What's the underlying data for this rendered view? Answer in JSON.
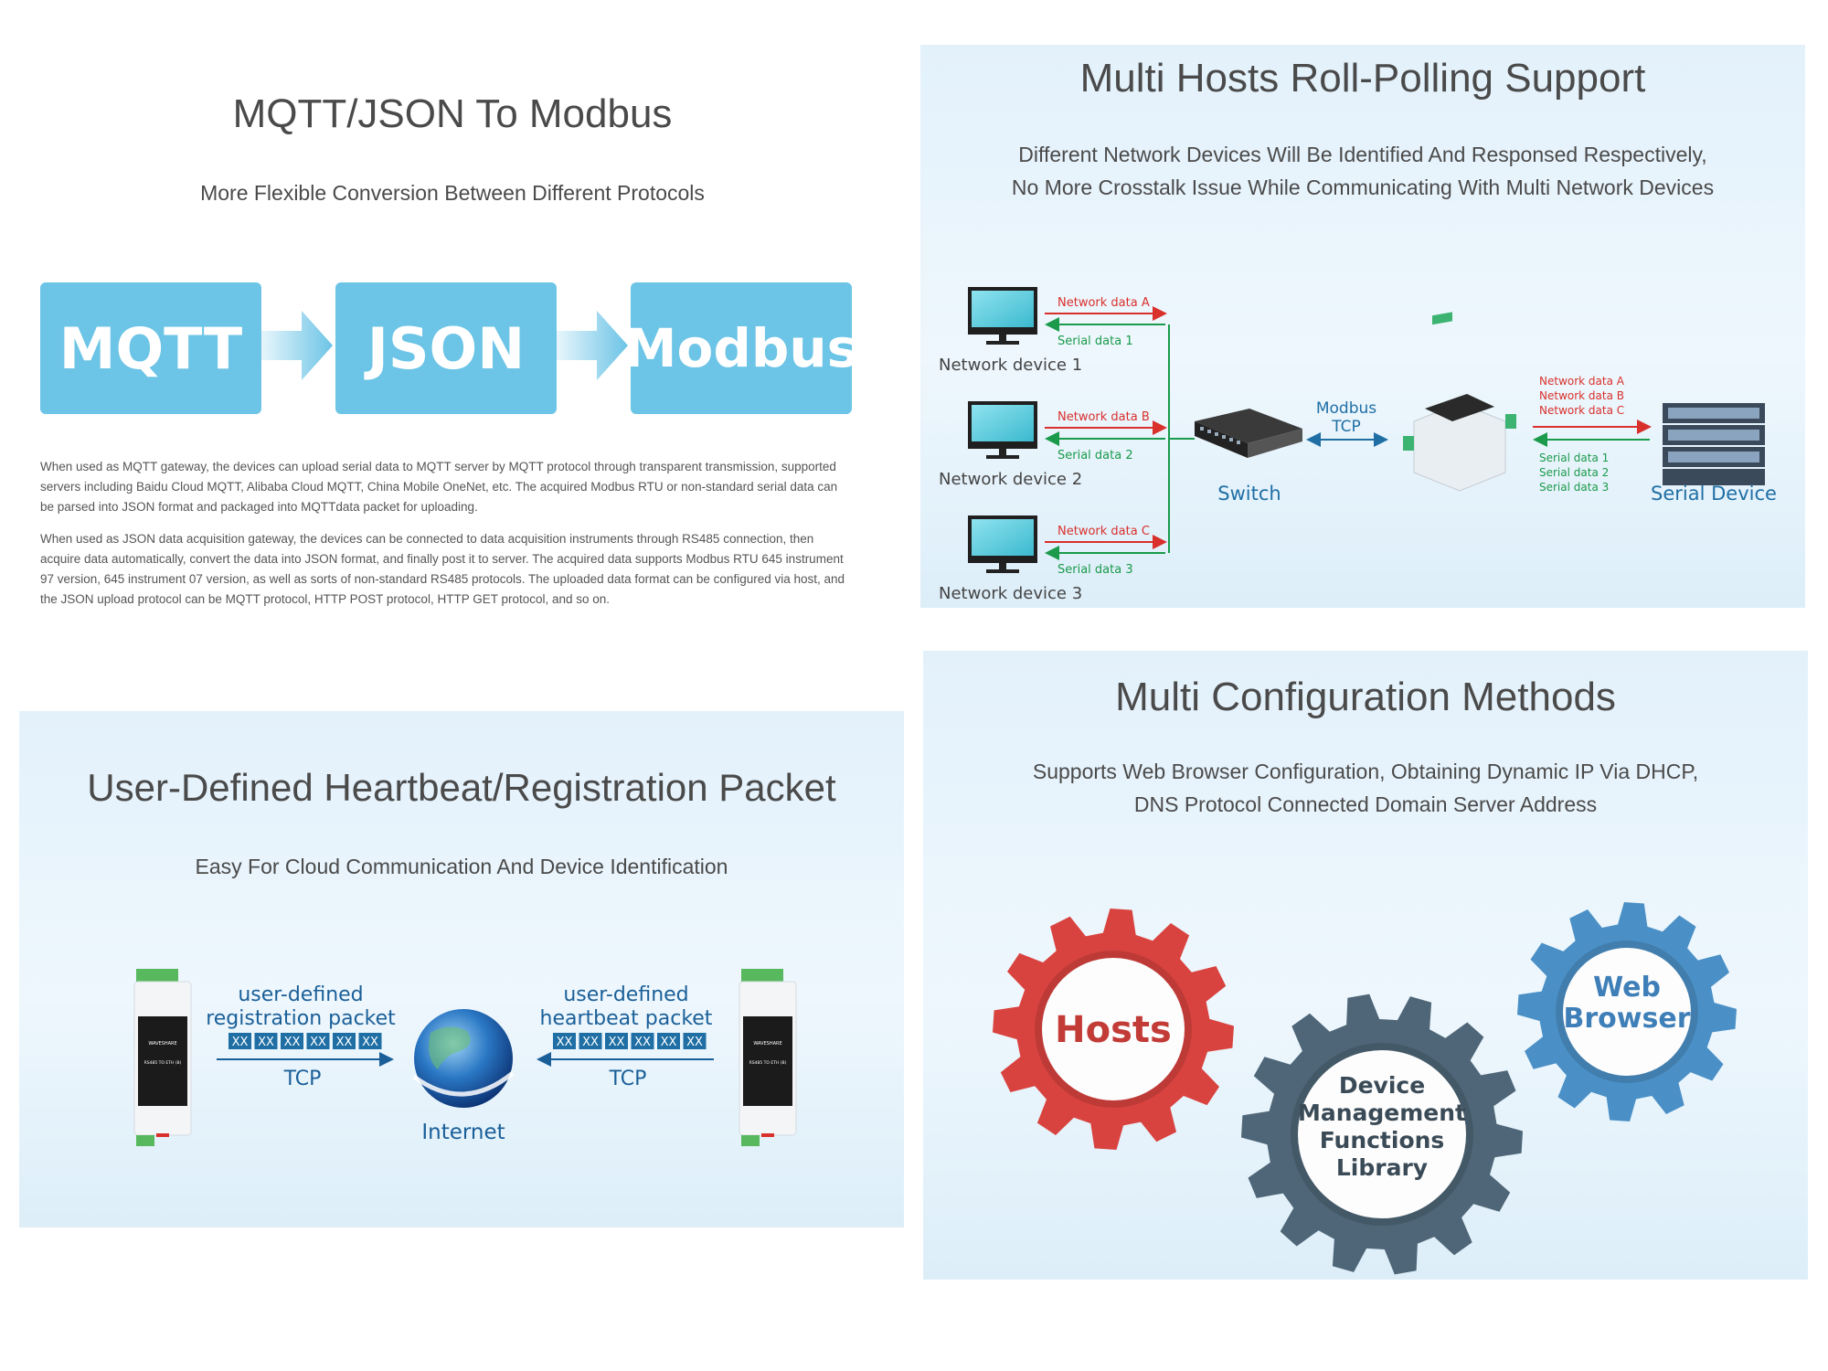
{
  "mqtt_panel": {
    "title": "MQTT/JSON To Modbus",
    "subtitle": "More Flexible Conversion Between Different Protocols",
    "boxes": [
      "MQTT",
      "JSON",
      "Modbus"
    ],
    "paragraph1": "When used as MQTT gateway, the devices can upload serial data to MQTT server by MQTT protocol through transparent transmission, supported servers including Baidu Cloud MQTT, Alibaba Cloud MQTT, China Mobile OneNet, etc. The acquired Modbus RTU or non-standard serial data can be parsed into JSON format and packaged into MQTTdata packet for uploading.",
    "paragraph2": "When used as JSON data acquisition gateway, the devices can be connected to data acquisition instruments through RS485 connection, then acquire data automatically, convert the data into JSON format, and finally post it to server. The acquired data supports Modbus RTU 645 instrument 97 version, 645 instrument 07 version, as well as sorts of non-standard RS485 protocols. The uploaded data format can be configured via host, and the JSON upload protocol can be MQTT protocol, HTTP POST protocol, HTTP GET protocol, and so on."
  },
  "polling_panel": {
    "title": "Multi Hosts Roll-Polling Support",
    "subtitle_line1": "Different Network Devices Will Be Identified And Responsed Respectively,",
    "subtitle_line2": "No More Crosstalk Issue While Communicating With Multi Network Devices",
    "devices": [
      {
        "label": "Network device 1",
        "net": "Network data A",
        "serial": "Serial data 1"
      },
      {
        "label": "Network device 2",
        "net": "Network data B",
        "serial": "Serial data 2"
      },
      {
        "label": "Network device 3",
        "net": "Network data C",
        "serial": "Serial data 3"
      }
    ],
    "switch_label": "Switch",
    "modbus_line1": "Modbus",
    "modbus_line2": "TCP",
    "right_net": [
      "Network data A",
      "Network data B",
      "Network data C"
    ],
    "right_serial": [
      "Serial data 1",
      "Serial data 2",
      "Serial data 3"
    ],
    "serial_device_label": "Serial Device",
    "colors": {
      "net": "#d9302c",
      "serial": "#1a9a4a",
      "accent": "#1f6fa5"
    }
  },
  "heartbeat_panel": {
    "title": "User-Defined Heartbeat/Registration Packet",
    "subtitle": "Easy For Cloud Communication And Device Identification",
    "left_line1": "user-defined",
    "left_line2": "registration packet",
    "right_line1": "user-defined",
    "right_line2": "heartbeat packet",
    "packet_cell": "XX",
    "tcp": "TCP",
    "internet": "Internet",
    "device_brand": "WAVESHARE",
    "device_model": "RS485 TO ETH (B)"
  },
  "config_panel": {
    "title": "Multi Configuration Methods",
    "subtitle_line1": "Supports Web Browser Configuration, Obtaining Dynamic IP Via DHCP,",
    "subtitle_line2": "DNS Protocol Connected Domain Server Address",
    "gear_hosts": "Hosts",
    "gear_library": [
      "Device",
      "Management",
      "Functions",
      "Library"
    ],
    "gear_web": [
      "Web",
      "Browser"
    ],
    "colors": {
      "red": "#d9433f",
      "slate": "#4e6677",
      "blue": "#4a90c6"
    }
  }
}
